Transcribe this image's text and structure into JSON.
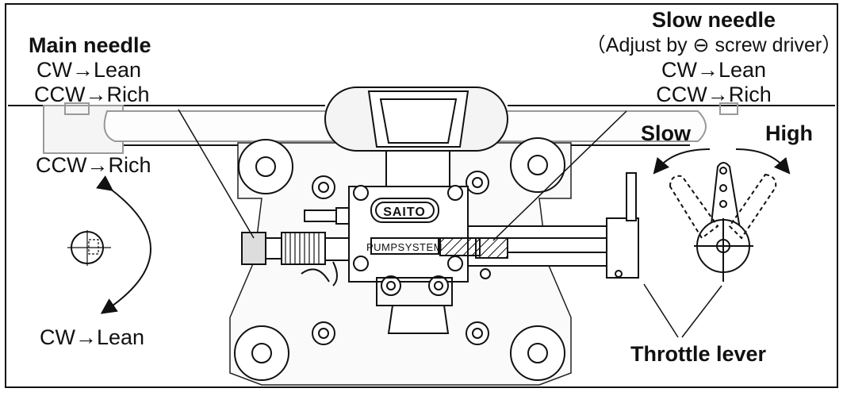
{
  "main_needle": {
    "title": "Main needle",
    "cw": "CW→Lean",
    "ccw": "CCW→Rich"
  },
  "slow_needle": {
    "title": "Slow needle",
    "note": "（Adjust by ⊖ screw driver）",
    "cw": "CW→Lean",
    "ccw": "CCW→Rich"
  },
  "rotation_diagram": {
    "ccw": "CCW→Rich",
    "cw": "CW→Lean"
  },
  "throttle": {
    "slow": "Slow",
    "high": "High",
    "lever_label": "Throttle lever"
  },
  "carb_body": {
    "brand_plate": "SAITO",
    "pump_plate": "PUMPSYSTEM"
  }
}
